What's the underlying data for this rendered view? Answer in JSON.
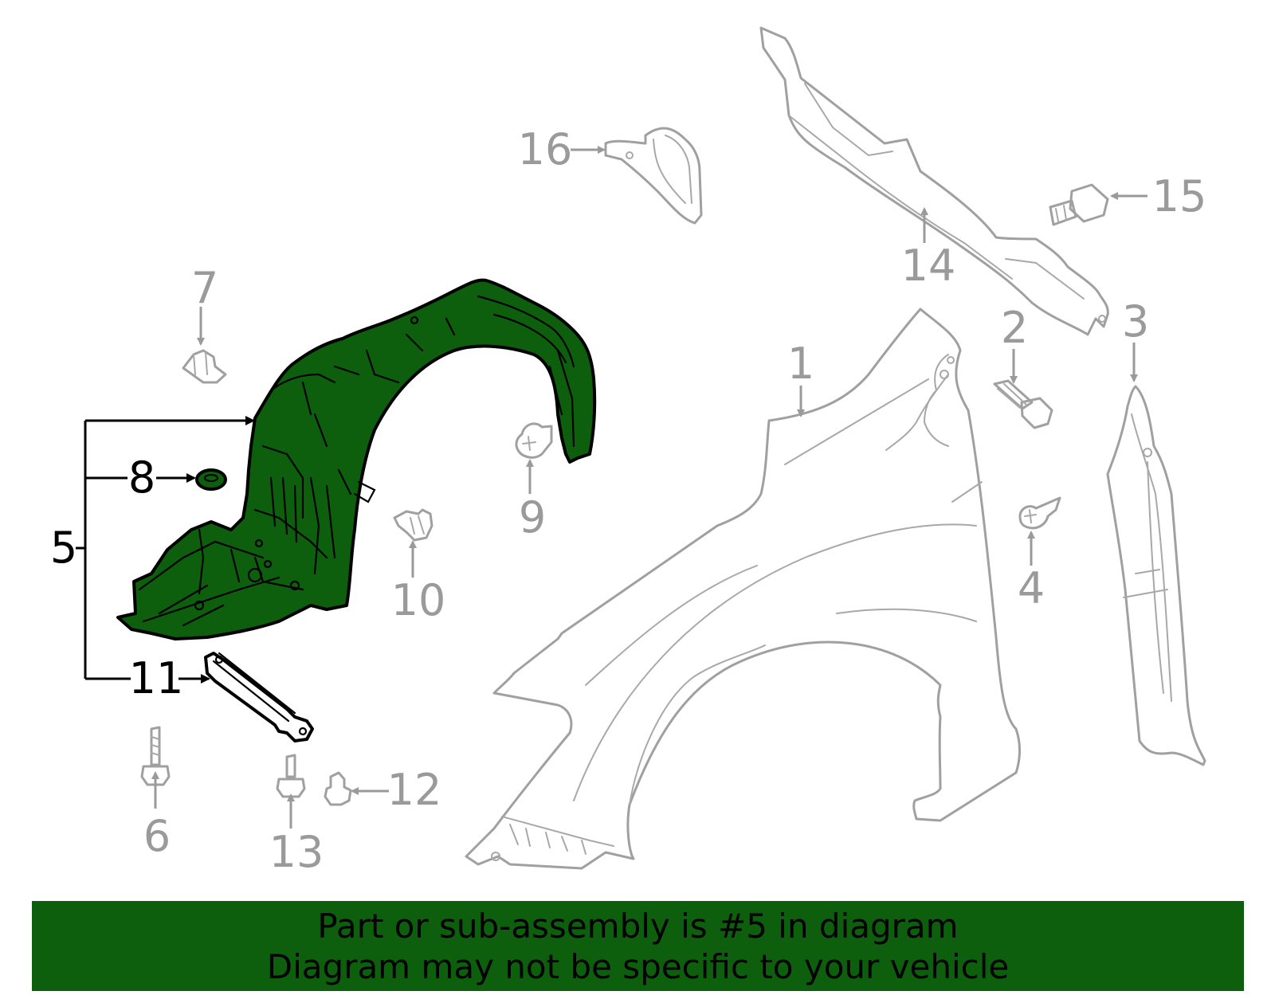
{
  "callouts": [
    "1",
    "2",
    "3",
    "4",
    "5",
    "6",
    "7",
    "8",
    "9",
    "10",
    "11",
    "12",
    "13",
    "14",
    "15",
    "16"
  ],
  "highlighted_part": "5",
  "colors": {
    "highlight_fill": "#0d5e0d",
    "banner_background": "#0d5e0d",
    "outline_gray": "#a0a0a0",
    "highlight_outline": "#000000"
  },
  "banner": {
    "line1": "Part or sub-assembly is #5 in diagram",
    "line2": "Diagram may not be specific to your vehicle"
  }
}
